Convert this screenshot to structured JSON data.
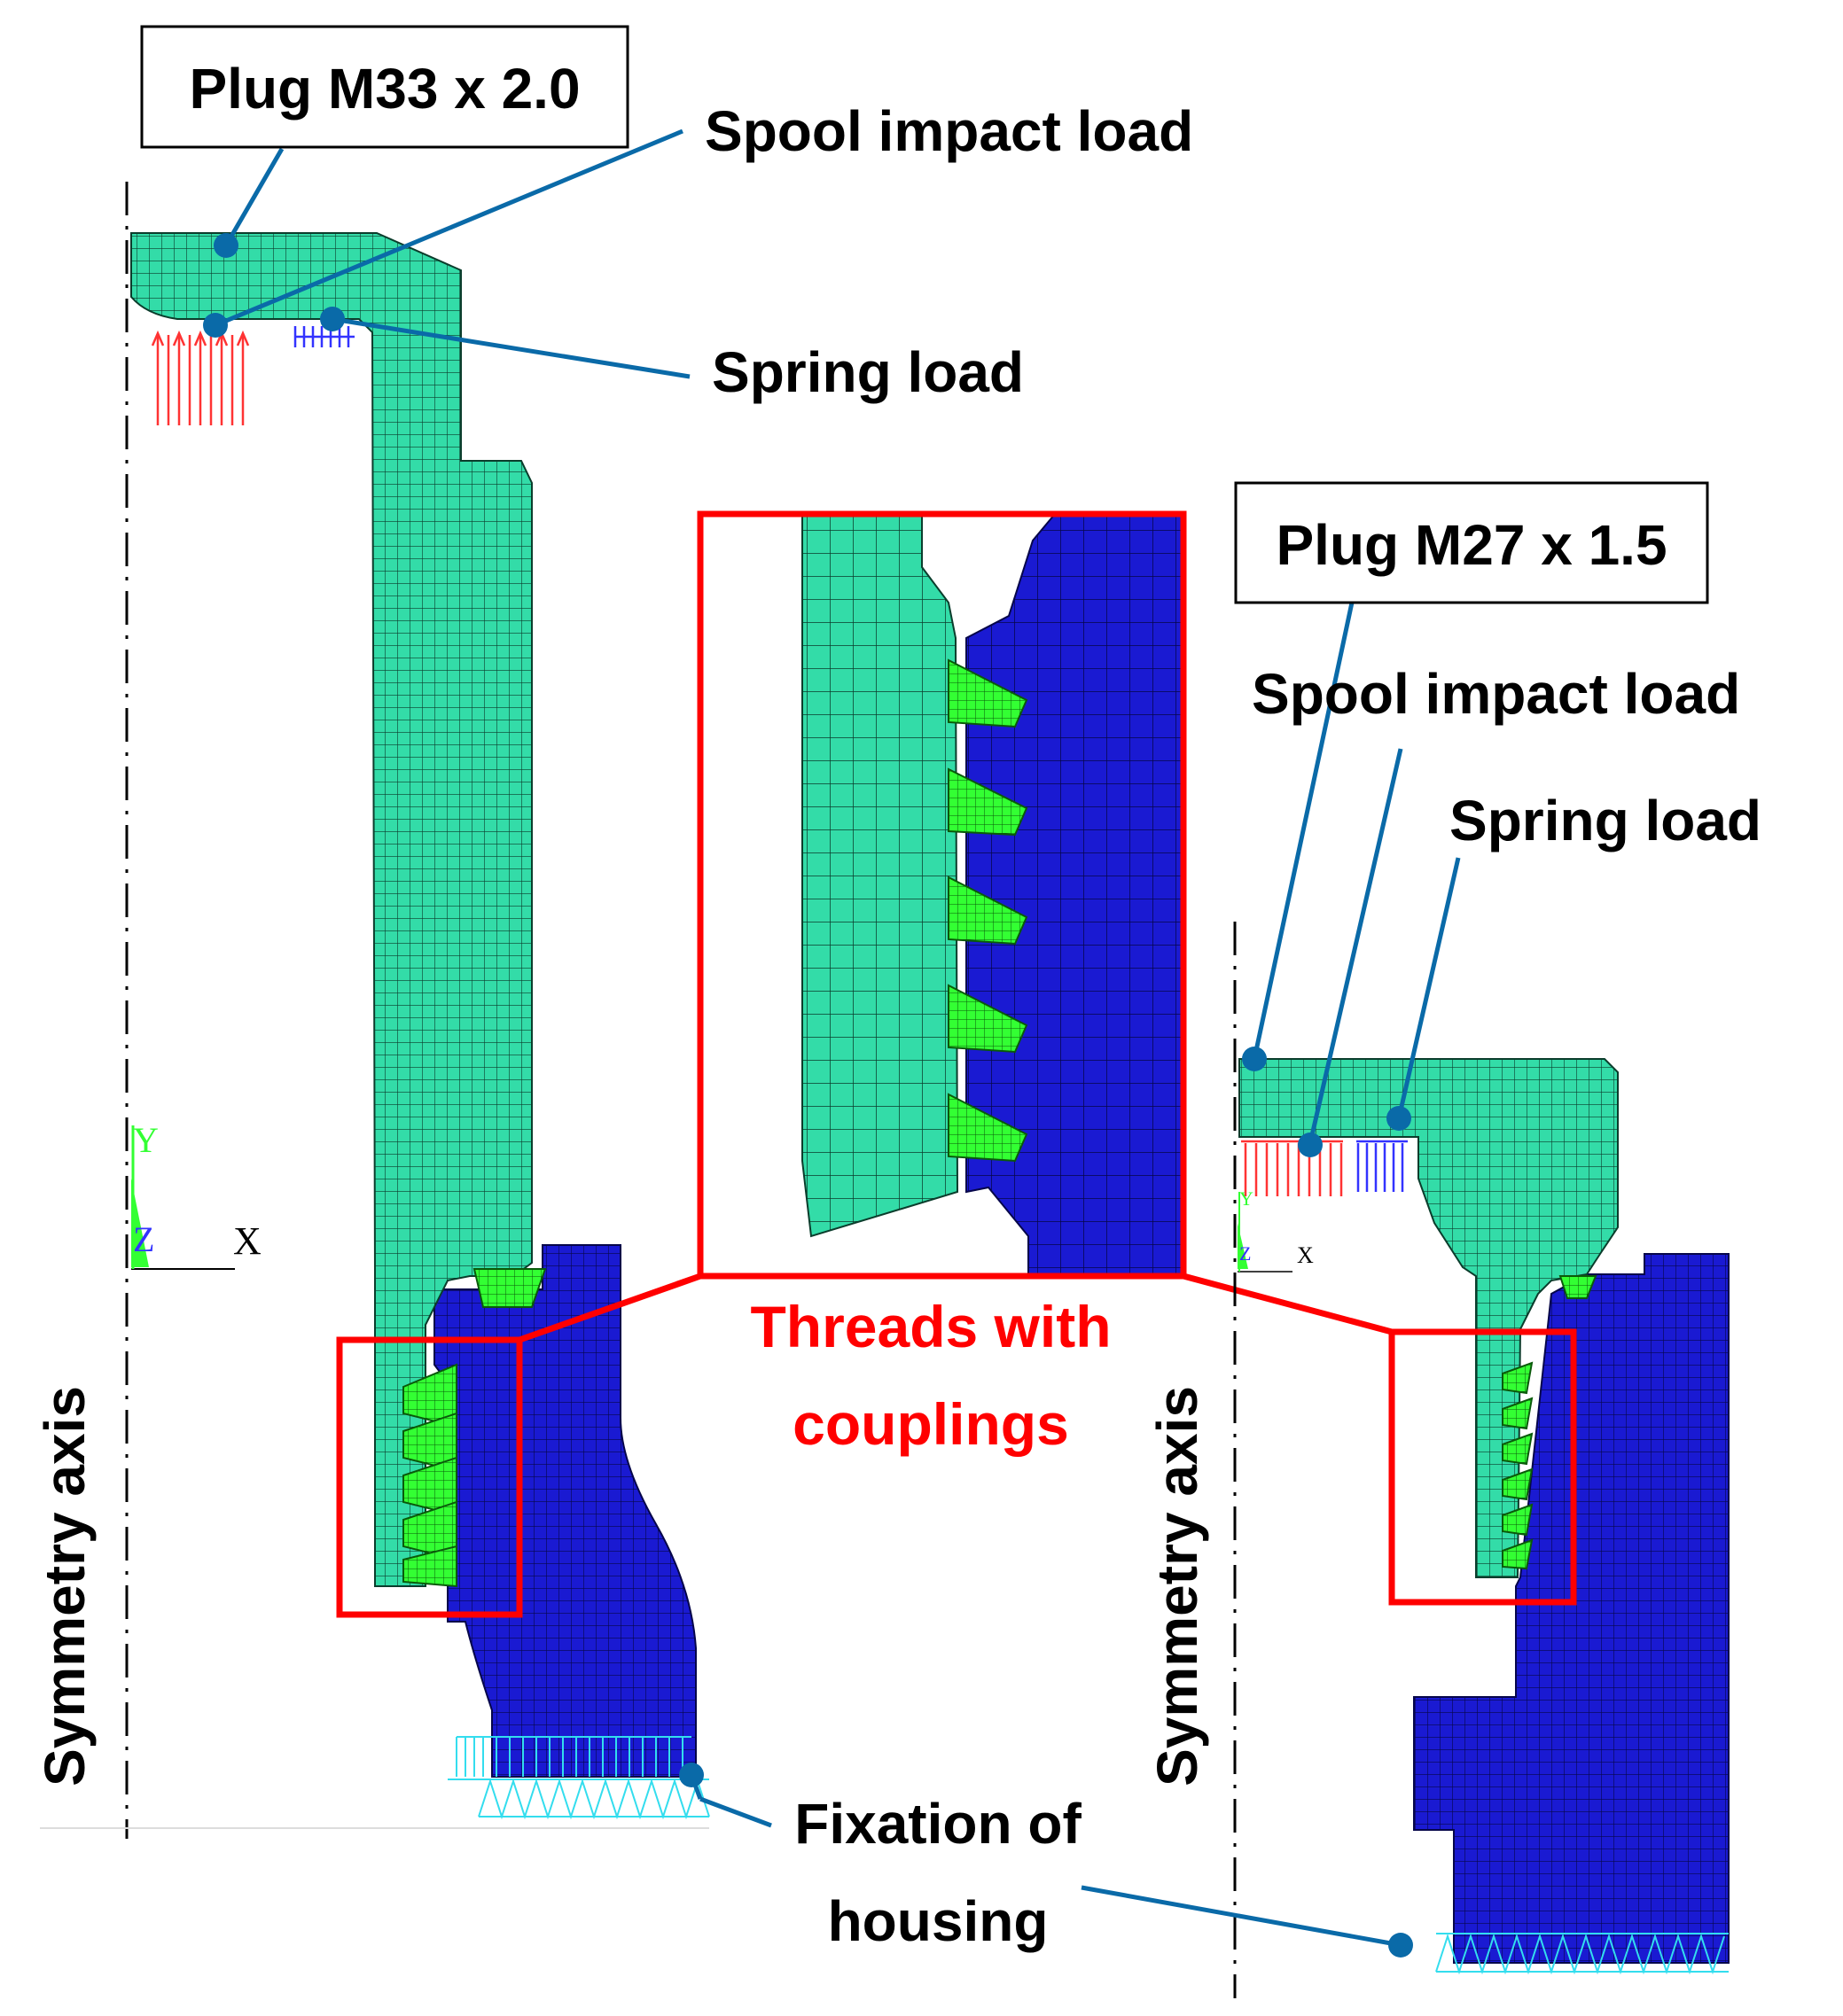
{
  "left_model": {
    "plug_label": "Plug M33 x 2.0",
    "spool_label": "Spool impact load",
    "spring_label": "Spring load",
    "symmetry_label": "Symmetry axis"
  },
  "right_model": {
    "plug_label": "Plug M27 x 1.5",
    "spool_label": "Spool impact load",
    "spring_label": "Spring load",
    "symmetry_label": "Symmetry axis"
  },
  "threads_label_line1": "Threads with",
  "threads_label_line2": "couplings",
  "fixation_label_line1": "Fixation of",
  "fixation_label_line2": "housing",
  "triad_left": {
    "y": "Y",
    "z": "Z",
    "x": "X"
  },
  "triad_right": {
    "y": "Y",
    "z": "Z",
    "x": "X"
  },
  "colors": {
    "plug": "#33dca8",
    "housing": "#1a1ad2",
    "thread_coupling": "#33ff33",
    "callout": "#0a6aa8",
    "highlight": "#ff0000",
    "force_red": "#ff3333",
    "force_blue": "#3333ff",
    "fixation": "#33ddee"
  }
}
